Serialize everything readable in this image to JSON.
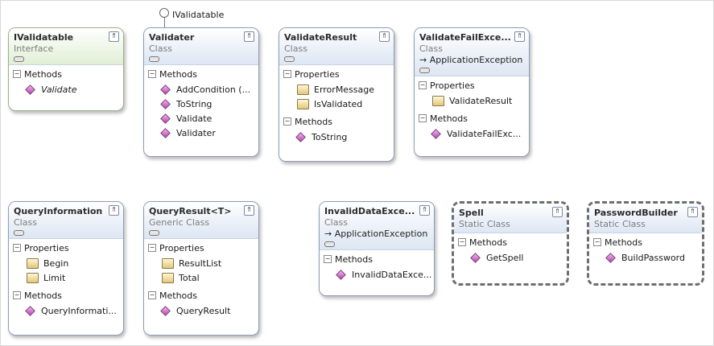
{
  "lollipop": {
    "label": "IValidatable"
  },
  "collapse_glyph": "⇑",
  "shapes": {
    "ivalidatable": {
      "title": "IValidatable",
      "kind": "Interface",
      "methods_label": "Methods",
      "methods": [
        "Validate"
      ]
    },
    "validater": {
      "title": "Validater",
      "kind": "Class",
      "methods_label": "Methods",
      "methods": [
        "AddCondition (...",
        "ToString",
        "Validate",
        "Validater"
      ]
    },
    "validateresult": {
      "title": "ValidateResult",
      "kind": "Class",
      "properties_label": "Properties",
      "properties": [
        "ErrorMessage",
        "IsValidated"
      ],
      "methods_label": "Methods",
      "methods": [
        "ToString"
      ]
    },
    "validatefail": {
      "title": "ValidateFailExce...",
      "kind": "Class",
      "inherits": "→ ApplicationException",
      "properties_label": "Properties",
      "properties": [
        "ValidateResult"
      ],
      "methods_label": "Methods",
      "methods": [
        "ValidateFailExc..."
      ]
    },
    "queryinformation": {
      "title": "QueryInformation",
      "kind": "Class",
      "properties_label": "Properties",
      "properties": [
        "Begin",
        "Limit"
      ],
      "methods_label": "Methods",
      "methods": [
        "QueryInformati..."
      ]
    },
    "queryresult": {
      "title": "QueryResult<T>",
      "kind": "Generic Class",
      "properties_label": "Properties",
      "properties": [
        "ResultList",
        "Total"
      ],
      "methods_label": "Methods",
      "methods": [
        "QueryResult"
      ]
    },
    "invaliddata": {
      "title": "InvalidDataExce...",
      "kind": "Class",
      "inherits": "→ ApplicationException",
      "methods_label": "Methods",
      "methods": [
        "InvalidDataExce..."
      ]
    },
    "spell": {
      "title": "Spell",
      "kind": "Static Class",
      "methods_label": "Methods",
      "methods": [
        "GetSpell"
      ]
    },
    "passwordbuilder": {
      "title": "PasswordBuilder",
      "kind": "Static Class",
      "methods_label": "Methods",
      "methods": [
        "BuildPassword"
      ]
    }
  }
}
